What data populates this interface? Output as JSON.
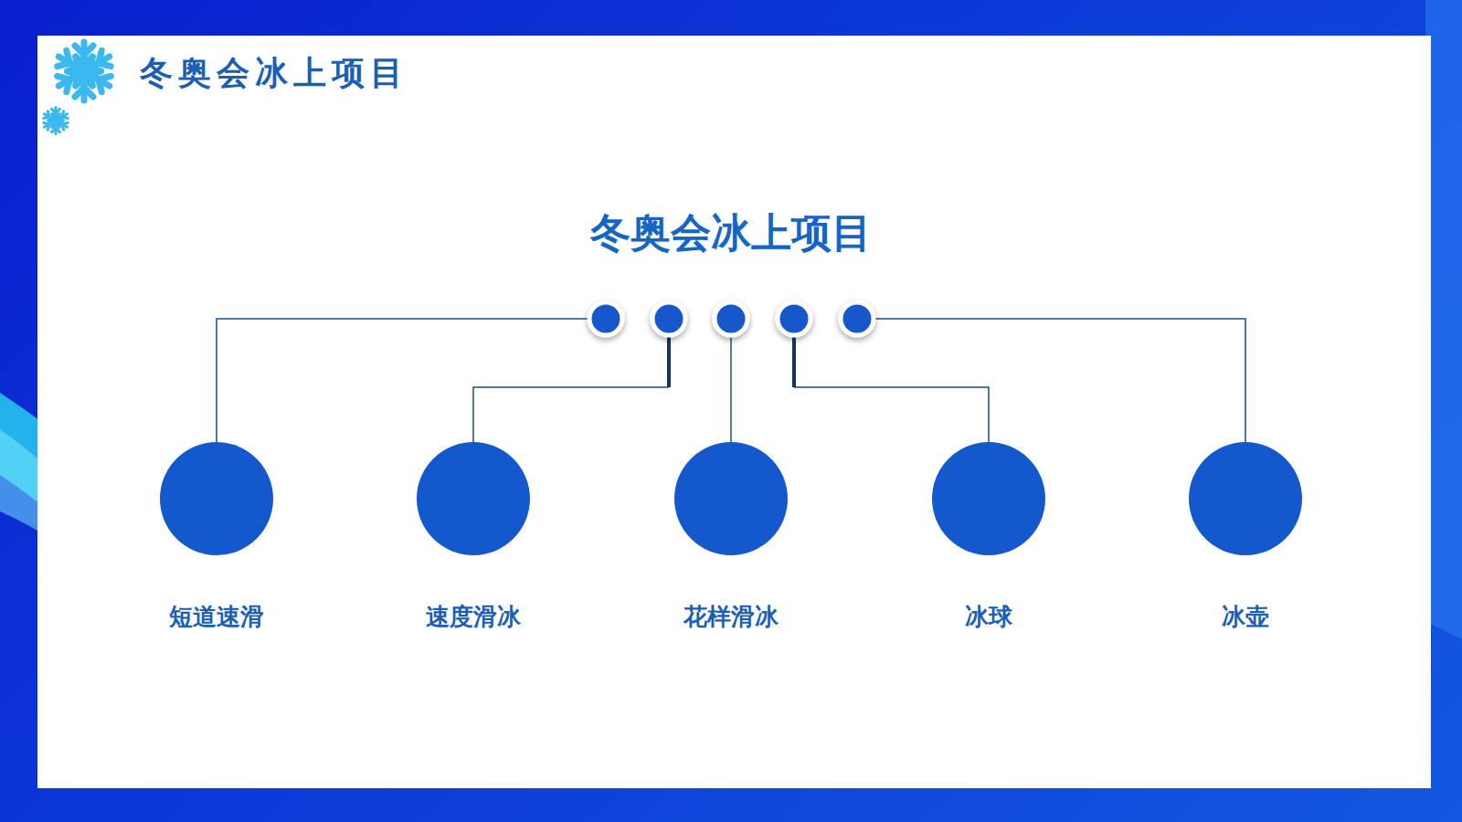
{
  "diagram": {
    "title": "冬奥会冰上项目",
    "nodes": [
      {
        "text": [
          "短道速滑"
        ]
      },
      {
        "text": [
          "速度滑冰"
        ]
      },
      {
        "text": [
          "花样滑冰"
        ]
      },
      {
        "text": [
          "冰球"
        ]
      },
      {
        "text": [
          "冰壶"
        ]
      }
    ],
    "labels": [
      "冬奥会冰上项目"
    ]
  }
}
